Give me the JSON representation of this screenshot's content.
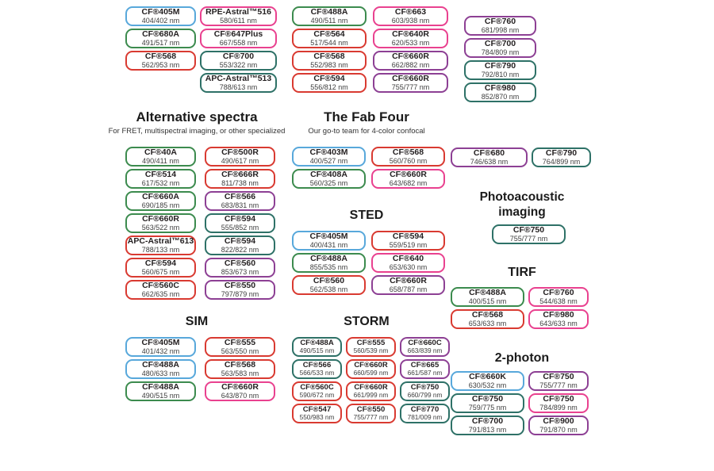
{
  "colors": {
    "blue": "#58a8db",
    "green": "#3c8b4e",
    "teal": "#2e7167",
    "red": "#d93a31",
    "pink": "#e9418f",
    "purple": "#8d4094"
  },
  "top": {
    "col1": [
      {
        "name": "CF®405M",
        "value": "404/402 nm",
        "color": "blue"
      },
      {
        "name": "CF®680A",
        "value": "491/517 nm",
        "color": "green"
      },
      {
        "name": "CF®568",
        "value": "562/953 nm",
        "color": "red"
      }
    ],
    "col2": [
      {
        "name": "RPE-Astral™516",
        "value": "580/611 nm",
        "color": "pink"
      },
      {
        "name": "CF®647Plus",
        "value": "667/558 nm",
        "color": "pink"
      },
      {
        "name": "CF®700",
        "value": "553/322 nm",
        "color": "teal"
      },
      {
        "name": "APC-Astral™513",
        "value": "788/613 nm",
        "color": "teal"
      }
    ],
    "col3": [
      {
        "name": "CF®488A",
        "value": "490/511 nm",
        "color": "green"
      },
      {
        "name": "CF®564",
        "value": "517/544 nm",
        "color": "red"
      },
      {
        "name": "CF®568",
        "value": "552/983 nm",
        "color": "red"
      },
      {
        "name": "CF®594",
        "value": "556/812 nm",
        "color": "red"
      }
    ],
    "col4": [
      {
        "name": "CF®663",
        "value": "603/938 nm",
        "color": "pink"
      },
      {
        "name": "CF®640R",
        "value": "620/533 nm",
        "color": "pink"
      },
      {
        "name": "CF®660R",
        "value": "662/882 nm",
        "color": "purple"
      },
      {
        "name": "CF®660R",
        "value": "755/777 nm",
        "color": "purple"
      }
    ],
    "col5": [
      {
        "name": "CF®760",
        "value": "681/998 nm",
        "color": "purple"
      },
      {
        "name": "CF®700",
        "value": "784/809 nm",
        "color": "purple"
      },
      {
        "name": "CF®790",
        "value": "792/810 nm",
        "color": "teal"
      },
      {
        "name": "CF®980",
        "value": "852/870 nm",
        "color": "teal"
      }
    ]
  },
  "sections": {
    "alternative": {
      "title": "Alternative spectra",
      "subtitle": "For FRET, multispectral imaging, or other specialized",
      "col1": [
        {
          "name": "CF®40A",
          "value": "490/411 nm",
          "color": "green"
        },
        {
          "name": "CF®514",
          "value": "617/532 nm",
          "color": "green"
        },
        {
          "name": "CF®660A",
          "value": "690/185 nm",
          "color": "green"
        },
        {
          "name": "CF®660R",
          "value": "563/522 nm",
          "color": "green"
        },
        {
          "name": "APC-Astral™613",
          "value": "788/133 nm",
          "color": "red"
        },
        {
          "name": "CF®594",
          "value": "560/675 nm",
          "color": "red"
        },
        {
          "name": "CF®560C",
          "value": "662/635 nm",
          "color": "red"
        }
      ],
      "col2": [
        {
          "name": "CF®500R",
          "value": "490/617 nm",
          "color": "red"
        },
        {
          "name": "CF®666R",
          "value": "811/738 nm",
          "color": "red"
        },
        {
          "name": "CF®566",
          "value": "683/831 nm",
          "color": "purple"
        },
        {
          "name": "CF®594",
          "value": "555/852 nm",
          "color": "teal"
        },
        {
          "name": "CF®594",
          "value": "822/822 nm",
          "color": "teal"
        },
        {
          "name": "CF®560",
          "value": "853/673 nm",
          "color": "purple"
        },
        {
          "name": "CF®550",
          "value": "797/879 nm",
          "color": "purple"
        }
      ]
    },
    "fabfour": {
      "title": "The Fab Four",
      "subtitle": "Our go-to team for 4-color confocal",
      "col1": [
        {
          "name": "CF®403M",
          "value": "400/527 nm",
          "color": "blue"
        },
        {
          "name": "CF®408A",
          "value": "560/325 nm",
          "color": "green"
        }
      ],
      "col2": [
        {
          "name": "CF®568",
          "value": "560/760 nm",
          "color": "red"
        },
        {
          "name": "CF®660R",
          "value": "643/682 nm",
          "color": "pink"
        }
      ]
    },
    "sted": {
      "title": "STED",
      "col1": [
        {
          "name": "CF®405M",
          "value": "400/431 nm",
          "color": "blue"
        },
        {
          "name": "CF®488A",
          "value": "855/535 nm",
          "color": "green"
        },
        {
          "name": "CF®560",
          "value": "562/538 nm",
          "color": "red"
        }
      ],
      "col2": [
        {
          "name": "CF®594",
          "value": "559/519 nm",
          "color": "red"
        },
        {
          "name": "CF®640",
          "value": "653/630 nm",
          "color": "pink"
        },
        {
          "name": "CF®660R",
          "value": "658/787 nm",
          "color": "purple"
        }
      ]
    },
    "sim": {
      "title": "SIM",
      "col1": [
        {
          "name": "CF®405M",
          "value": "401/432 nm",
          "color": "blue"
        },
        {
          "name": "CF®488A",
          "value": "480/633 nm",
          "color": "blue"
        },
        {
          "name": "CF®488A",
          "value": "490/515 nm",
          "color": "green"
        }
      ],
      "col2": [
        {
          "name": "CF®555",
          "value": "563/550 nm",
          "color": "red"
        },
        {
          "name": "CF®568",
          "value": "563/583 nm",
          "color": "red"
        },
        {
          "name": "CF®660R",
          "value": "643/870 nm",
          "color": "pink"
        }
      ]
    },
    "storm": {
      "title": "STORM",
      "grid": [
        {
          "name": "CF®488A",
          "value": "490/515 nm",
          "color": "teal"
        },
        {
          "name": "CF®555",
          "value": "560/539 nm",
          "color": "red"
        },
        {
          "name": "CF®660C",
          "value": "663/839 nm",
          "color": "purple"
        },
        {
          "name": "CF®566",
          "value": "566/533 nm",
          "color": "teal"
        },
        {
          "name": "CF®660R",
          "value": "660/599 nm",
          "color": "red"
        },
        {
          "name": "CF®665",
          "value": "661/587 nm",
          "color": "purple"
        },
        {
          "name": "CF®560C",
          "value": "590/672 nm",
          "color": "red"
        },
        {
          "name": "CF®660R",
          "value": "661/999 nm",
          "color": "red"
        },
        {
          "name": "CF®750",
          "value": "660/799 nm",
          "color": "teal"
        },
        {
          "name": "CF®547",
          "value": "550/983 nm",
          "color": "red"
        },
        {
          "name": "CF®550",
          "value": "755/777 nm",
          "color": "red"
        },
        {
          "name": "CF®770",
          "value": "781/009 nm",
          "color": "teal"
        }
      ]
    },
    "extra": {
      "col1": [
        {
          "name": "CF®680",
          "value": "746/638 nm",
          "color": "purple"
        }
      ],
      "col2": [
        {
          "name": "CF®790",
          "value": "764/899 nm",
          "color": "teal"
        }
      ]
    },
    "photoacoustic": {
      "title_line1": "Photoacoustic",
      "title_line2": "imaging",
      "badges": [
        {
          "name": "CF®750",
          "value": "755/777 nm",
          "color": "teal"
        }
      ]
    },
    "tirf": {
      "title": "TIRF",
      "col1": [
        {
          "name": "CF®488A",
          "value": "400/515 nm",
          "color": "green"
        },
        {
          "name": "CF®568",
          "value": "653/633 nm",
          "color": "red"
        }
      ],
      "col2": [
        {
          "name": "CF®760",
          "value": "544/638 nm",
          "color": "pink"
        },
        {
          "name": "CF®980",
          "value": "643/633 nm",
          "color": "pink"
        }
      ]
    },
    "twophoton": {
      "title": "2-photon",
      "col1": [
        {
          "name": "CF®660K",
          "value": "630/532 nm",
          "color": "blue"
        },
        {
          "name": "CF®750",
          "value": "759/775 nm",
          "color": "teal"
        },
        {
          "name": "CF®700",
          "value": "791/813 nm",
          "color": "teal"
        }
      ],
      "col2": [
        {
          "name": "CF®750",
          "value": "755/777 nm",
          "color": "purple"
        },
        {
          "name": "CF®750",
          "value": "784/899 nm",
          "color": "pink"
        },
        {
          "name": "CF®900",
          "value": "791/870 nm",
          "color": "purple"
        }
      ]
    }
  }
}
